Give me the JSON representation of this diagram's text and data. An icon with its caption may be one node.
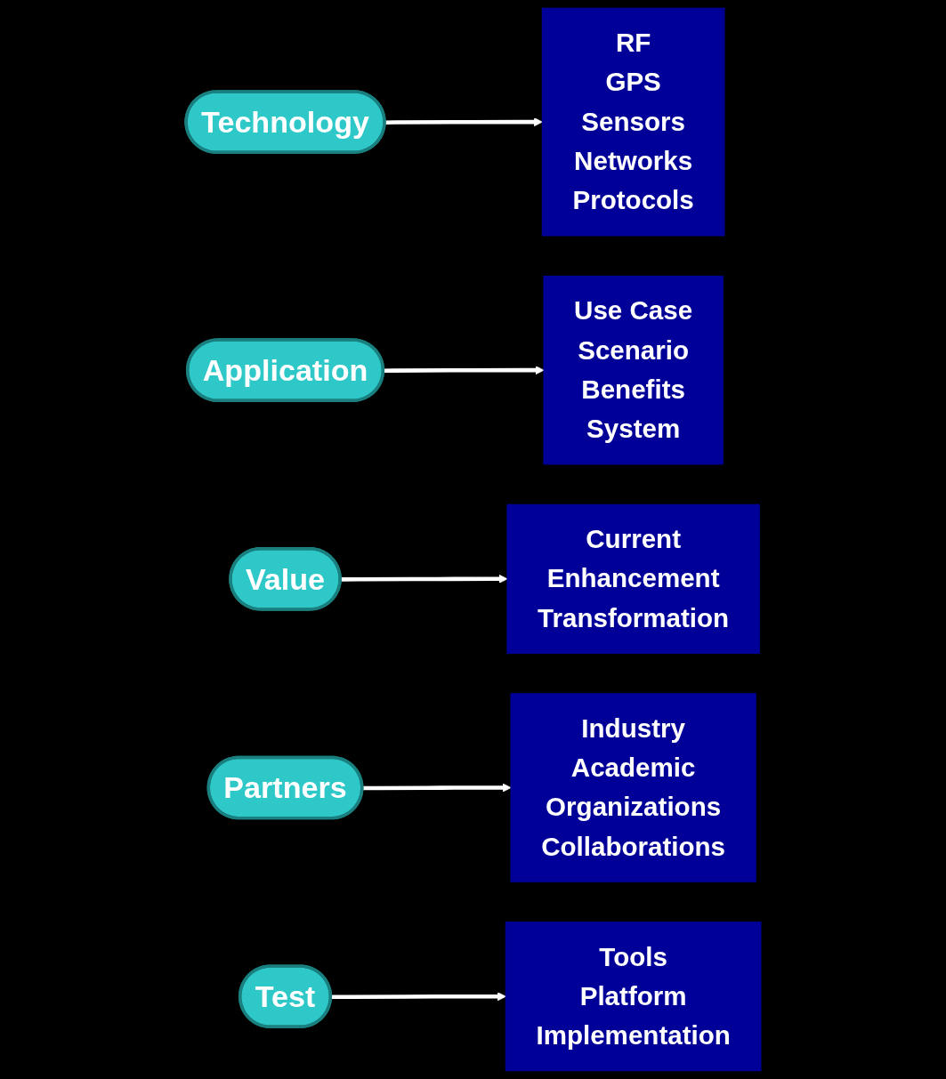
{
  "diagram": {
    "nodes": [
      {
        "text": [
          "Technology"
        ]
      },
      {
        "text": [
          "RF",
          "GPS",
          "Sensors",
          "Networks",
          "Protocols"
        ]
      },
      {
        "text": [
          "Application"
        ]
      },
      {
        "text": [
          "Use Case",
          "Scenario",
          "Benefits",
          "System"
        ]
      },
      {
        "text": [
          "Value"
        ]
      },
      {
        "text": [
          "Current",
          "Enhancement",
          "Transformation"
        ]
      },
      {
        "text": [
          "Partners"
        ]
      },
      {
        "text": [
          "Industry",
          "Academic",
          "Organizations",
          "Collaborations"
        ]
      },
      {
        "text": [
          "Test"
        ]
      },
      {
        "text": [
          "Tools",
          "Platform",
          "Implementation"
        ]
      }
    ],
    "edges": [
      {
        "from": 0,
        "to": 1,
        "arrow": "to"
      },
      {
        "from": 2,
        "to": 3,
        "arrow": "to"
      },
      {
        "from": 4,
        "to": 5,
        "arrow": "to"
      },
      {
        "from": 6,
        "to": 7,
        "arrow": "to"
      },
      {
        "from": 8,
        "to": 9,
        "arrow": "to"
      }
    ]
  }
}
